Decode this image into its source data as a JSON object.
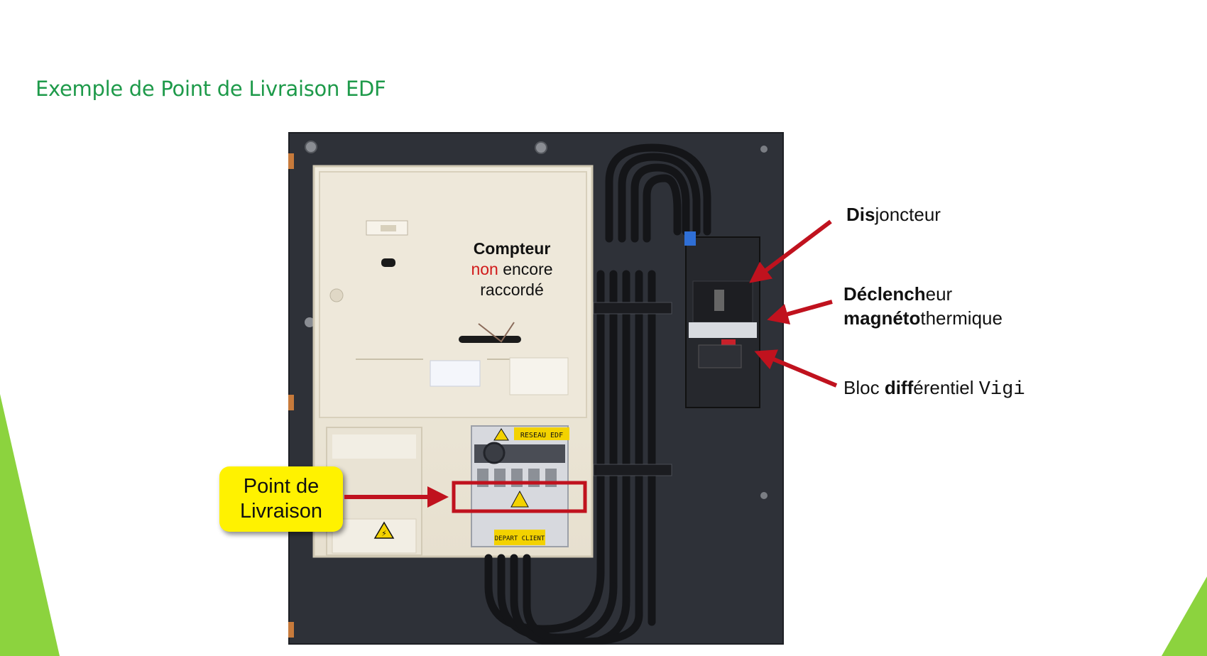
{
  "slide": {
    "title": "Exemple de Point de Livraison EDF"
  },
  "colors": {
    "title_green": "#1e9a4a",
    "accent_lime": "#8cd33e",
    "arrow_red": "#c0121e",
    "callout_yellow": "#fff200",
    "panel_dark": "#2e3138"
  },
  "labels": {
    "compteur": {
      "bold": "Compteur",
      "red": "non",
      "rest1": " encore",
      "line3": "raccordé"
    },
    "disjoncteur": {
      "bold": "Dis",
      "rest": "joncteur"
    },
    "declencheur": {
      "bold1": "Déclench",
      "rest1": "eur",
      "bold2": "magnéto",
      "rest2": "thermique"
    },
    "bloc": {
      "pre": "Bloc ",
      "bold": "diff",
      "rest": "érentiel ",
      "mono": "Vigi"
    },
    "point_de_livraison": {
      "line1": "Point de",
      "line2": "Livraison"
    }
  },
  "photo_stickers": {
    "reseau": "RESEAU EDF",
    "depart": "DEPART CLIENT"
  }
}
